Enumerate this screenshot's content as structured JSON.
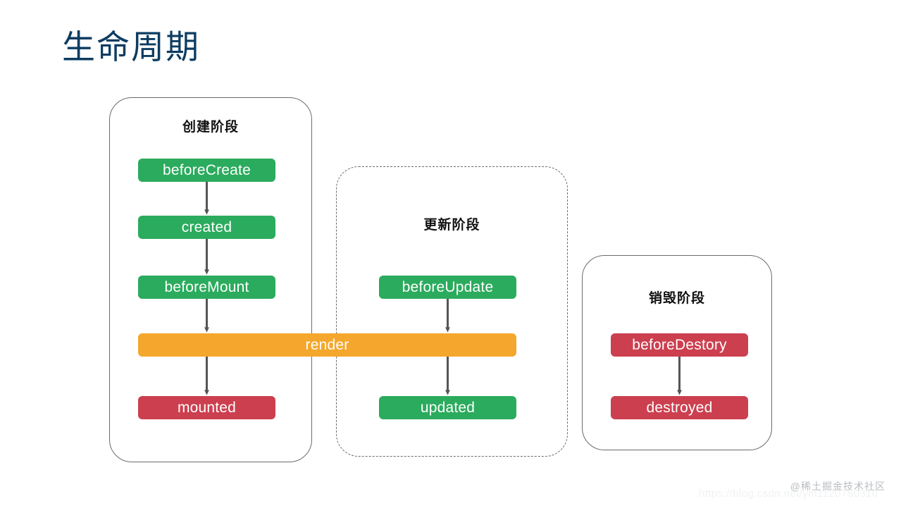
{
  "page": {
    "title": "生命周期",
    "title_color": "#0d3c61",
    "background": "#ffffff"
  },
  "colors": {
    "green": "#2bab5d",
    "red": "#cc3f4f",
    "orange": "#f4a72c",
    "panel_border": "#6b6b6b",
    "arrow": "#555555",
    "box_text": "#ffffff",
    "panel_title": "#111111"
  },
  "panels": [
    {
      "id": "create",
      "title": "创建阶段",
      "border_style": "solid"
    },
    {
      "id": "update",
      "title": "更新阶段",
      "border_style": "dashed"
    },
    {
      "id": "destroy",
      "title": "销毁阶段",
      "border_style": "solid"
    }
  ],
  "hooks": {
    "beforeCreate": "beforeCreate",
    "created": "created",
    "beforeMount": "beforeMount",
    "mounted": "mounted",
    "beforeUpdate": "beforeUpdate",
    "updated": "updated",
    "beforeDestory": "beforeDestory",
    "destroyed": "destroyed",
    "render": "render"
  },
  "watermark": {
    "brand": "@稀土掘金技术社区",
    "url": "https://blog.csdn.net/ym1120750310"
  }
}
